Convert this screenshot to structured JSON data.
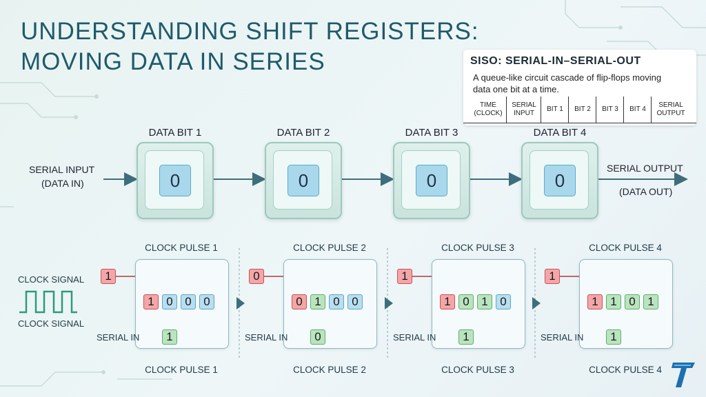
{
  "title": {
    "line1": "UNDERSTANDING SHIFT REGISTERS:",
    "line2": "MOVING DATA IN SERIES"
  },
  "info_panel": {
    "title": "SISO: SERIAL-IN–SERIAL-OUT",
    "description": "A queue-like circuit cascade of flip-flops moving data one bit at a time.",
    "columns": [
      {
        "line1": "TIME",
        "line2": "(CLOCK)"
      },
      {
        "line1": "SERIAL",
        "line2": "INPUT"
      },
      {
        "line1": "BIT 1",
        "line2": ""
      },
      {
        "line1": "BIT 2",
        "line2": ""
      },
      {
        "line1": "BIT 3",
        "line2": ""
      },
      {
        "line1": "BIT 4",
        "line2": ""
      },
      {
        "line1": "SERIAL",
        "line2": "OUTPUT"
      }
    ]
  },
  "register": {
    "input_label_1": "SERIAL INPUT",
    "input_label_2": "(DATA IN)",
    "output_label_1": "SERIAL OUTPUT",
    "output_label_2": "(DATA OUT)",
    "bits": [
      {
        "label": "DATA BIT 1",
        "value": "0"
      },
      {
        "label": "DATA BIT 2",
        "value": "0"
      },
      {
        "label": "DATA BIT 3",
        "value": "0"
      },
      {
        "label": "DATA BIT 4",
        "value": "0"
      }
    ]
  },
  "clock": {
    "label_top": "CLOCK SIGNAL",
    "label_bottom": "CLOCK SIGNAL"
  },
  "pulses": [
    {
      "title": "CLOCK PULSE 1",
      "footer": "CLOCK PULSE 1",
      "incoming": "1",
      "serial_in_label": "SERIAL IN",
      "serial_in": "1",
      "cells": [
        {
          "v": "1",
          "c": "red"
        },
        {
          "v": "0",
          "c": "blue"
        },
        {
          "v": "0",
          "c": "blue"
        },
        {
          "v": "0",
          "c": "blue"
        }
      ]
    },
    {
      "title": "CLOCK PULSE 2",
      "footer": "CLOCK PULSE 2",
      "incoming": "0",
      "serial_in_label": "SERIAL IN",
      "serial_in": "0",
      "cells": [
        {
          "v": "0",
          "c": "red"
        },
        {
          "v": "1",
          "c": "green"
        },
        {
          "v": "0",
          "c": "blue"
        },
        {
          "v": "0",
          "c": "blue"
        }
      ]
    },
    {
      "title": "CLOCK PULSE 3",
      "footer": "CLOCK PULSE 3",
      "incoming": "1",
      "serial_in_label": "SERIAL IN",
      "serial_in": "1",
      "cells": [
        {
          "v": "1",
          "c": "red"
        },
        {
          "v": "0",
          "c": "green"
        },
        {
          "v": "1",
          "c": "green"
        },
        {
          "v": "0",
          "c": "blue"
        }
      ]
    },
    {
      "title": "CLOCK PULSE 4",
      "footer": "CLOCK PULSE 4",
      "incoming": "1",
      "serial_in_label": "SERIAL IN",
      "serial_in": "1",
      "cells": [
        {
          "v": "1",
          "c": "red"
        },
        {
          "v": "1",
          "c": "green"
        },
        {
          "v": "0",
          "c": "green"
        },
        {
          "v": "1",
          "c": "green"
        }
      ]
    }
  ],
  "colors": {
    "title": "#1f5a6a",
    "arrow": "#3e6e7c",
    "red_cell": "#f3a6a8",
    "blue_cell": "#b9def0",
    "green_cell": "#b9e4bf",
    "clock_wave": "#2f9a7a",
    "logo": "#1d6fb0"
  },
  "icons": {
    "logo": "brand-logo-icon"
  }
}
